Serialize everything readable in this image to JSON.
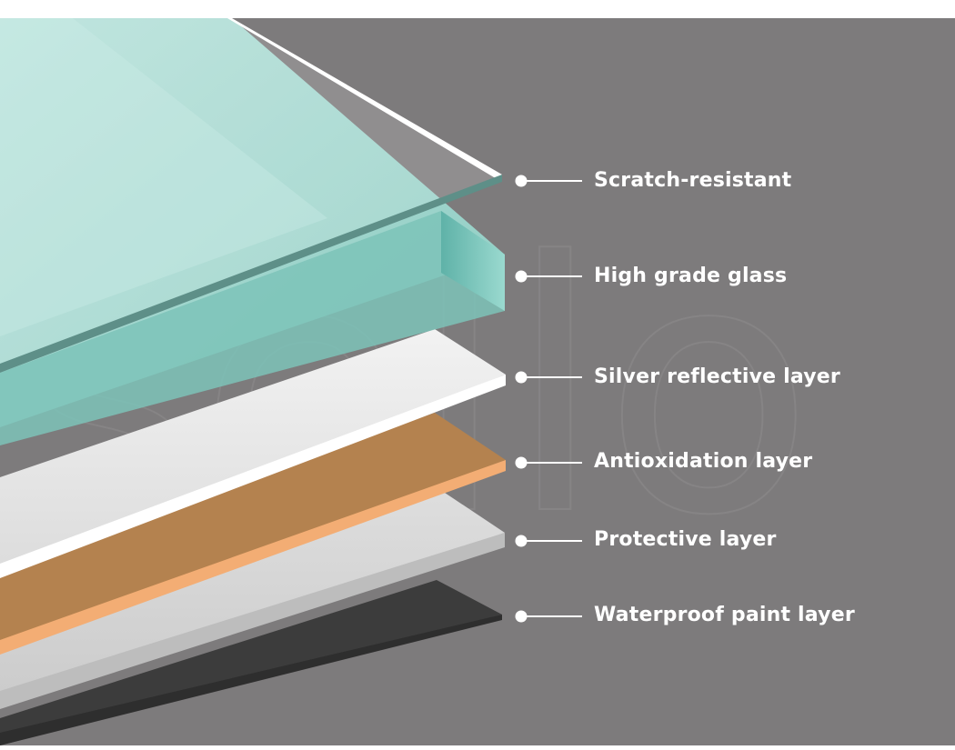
{
  "colors": {
    "background": "#7d7b7c",
    "top_band": "#ffffff",
    "glass_face": "#a6ddd4",
    "glass_edge": "#7fc8bf",
    "silver": "#e6e6e6",
    "copper": "#b4824f",
    "copper_edge": "#f3ad74",
    "protective": "#d5d5d5",
    "paint": "#3d3d3d",
    "callout": "#ffffff"
  },
  "watermark": "sello",
  "layers": [
    {
      "label": "Scratch-resistant",
      "icon": "dot-marker-icon"
    },
    {
      "label": "High grade glass",
      "icon": "dot-marker-icon"
    },
    {
      "label": "Silver reflective layer",
      "icon": "dot-marker-icon"
    },
    {
      "label": "Antioxidation layer",
      "icon": "dot-marker-icon"
    },
    {
      "label": "Protective layer",
      "icon": "dot-marker-icon"
    },
    {
      "label": "Waterproof paint layer",
      "icon": "dot-marker-icon"
    }
  ]
}
